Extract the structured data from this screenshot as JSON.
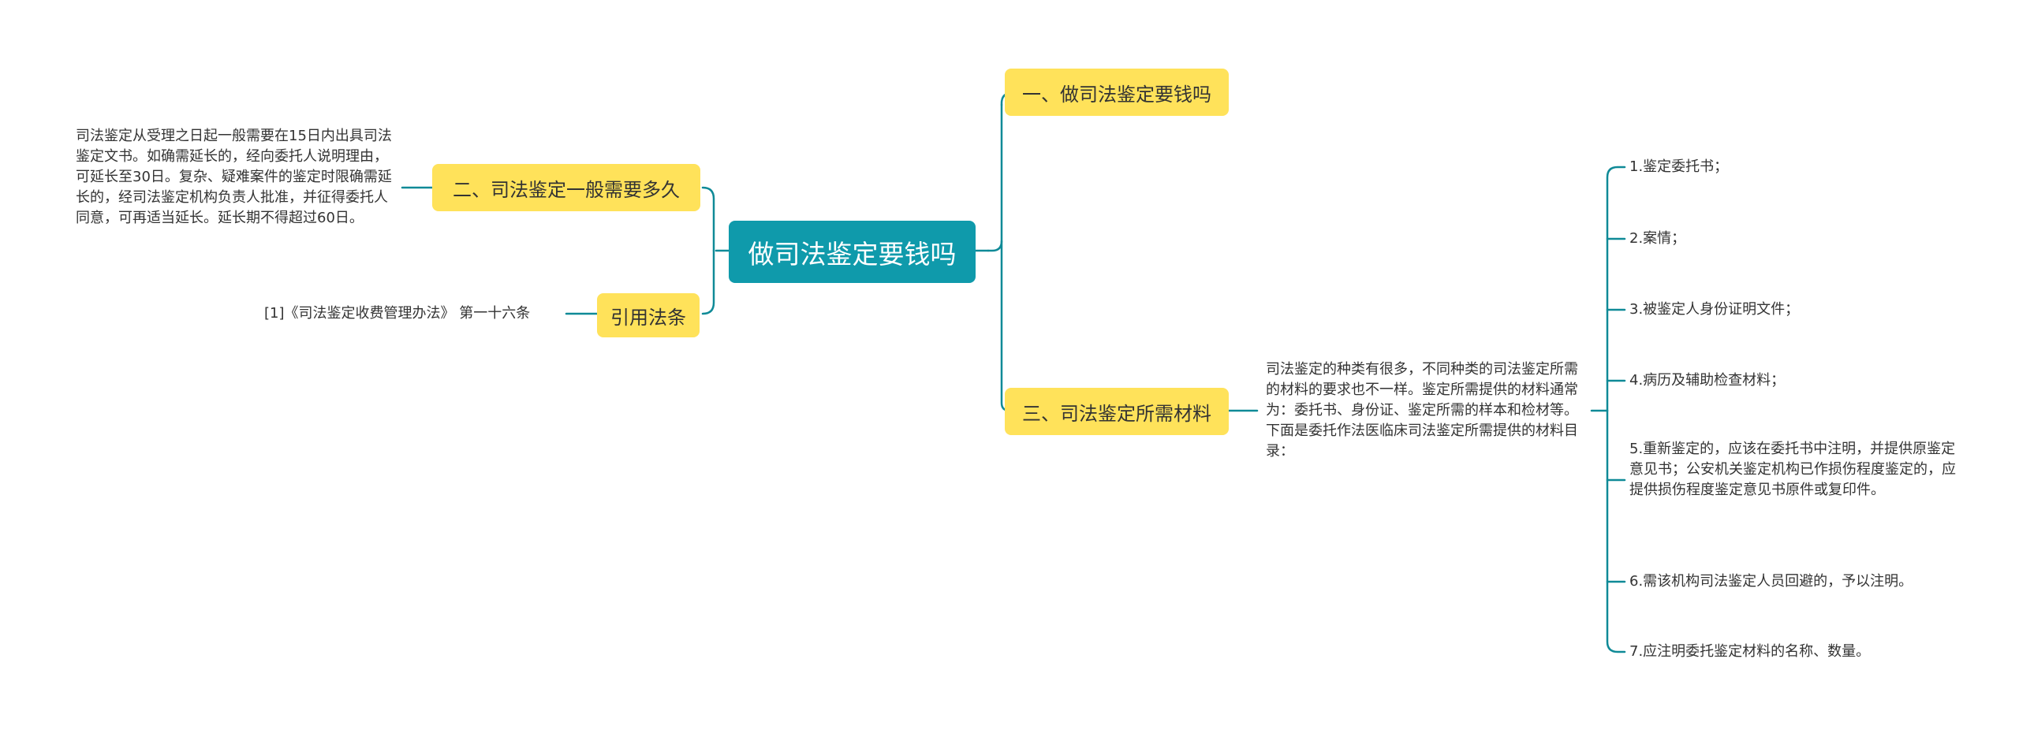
{
  "colors": {
    "root_bg": "#0f9aab",
    "branch_bg": "#ffe25a",
    "line": "#0f8a97",
    "text": "#333333"
  },
  "root": {
    "label": "做司法鉴定要钱吗"
  },
  "branches": {
    "b1": {
      "label": "一、做司法鉴定要钱吗"
    },
    "b2": {
      "label": "二、司法鉴定一般需要多久",
      "detail": "司法鉴定从受理之日起一般需要在15日内出具司法鉴定文书。如确需延长的，经向委托人说明理由，可延长至30日。复杂、疑难案件的鉴定时限确需延长的，经司法鉴定机构负责人批准，并征得委托人同意，可再适当延长。延长期不得超过60日。"
    },
    "b3": {
      "label": "引用法条",
      "detail": "[1]《司法鉴定收费管理办法》 第一十六条"
    },
    "b4": {
      "label": "三、司法鉴定所需材料",
      "detail": "司法鉴定的种类有很多，不同种类的司法鉴定所需的材料的要求也不一样。鉴定所需提供的材料通常为：委托书、身份证、鉴定所需的样本和检材等。下面是委托作法医临床司法鉴定所需提供的材料目录：",
      "items": [
        "1.鉴定委托书；",
        "2.案情；",
        "3.被鉴定人身份证明文件；",
        "4.病历及辅助检查材料；",
        "5.重新鉴定的，应该在委托书中注明，并提供原鉴定意见书；公安机关鉴定机构已作损伤程度鉴定的，应提供损伤程度鉴定意见书原件或复印件。",
        "6.需该机构司法鉴定人员回避的，予以注明。",
        "7.应注明委托鉴定材料的名称、数量。"
      ]
    }
  }
}
